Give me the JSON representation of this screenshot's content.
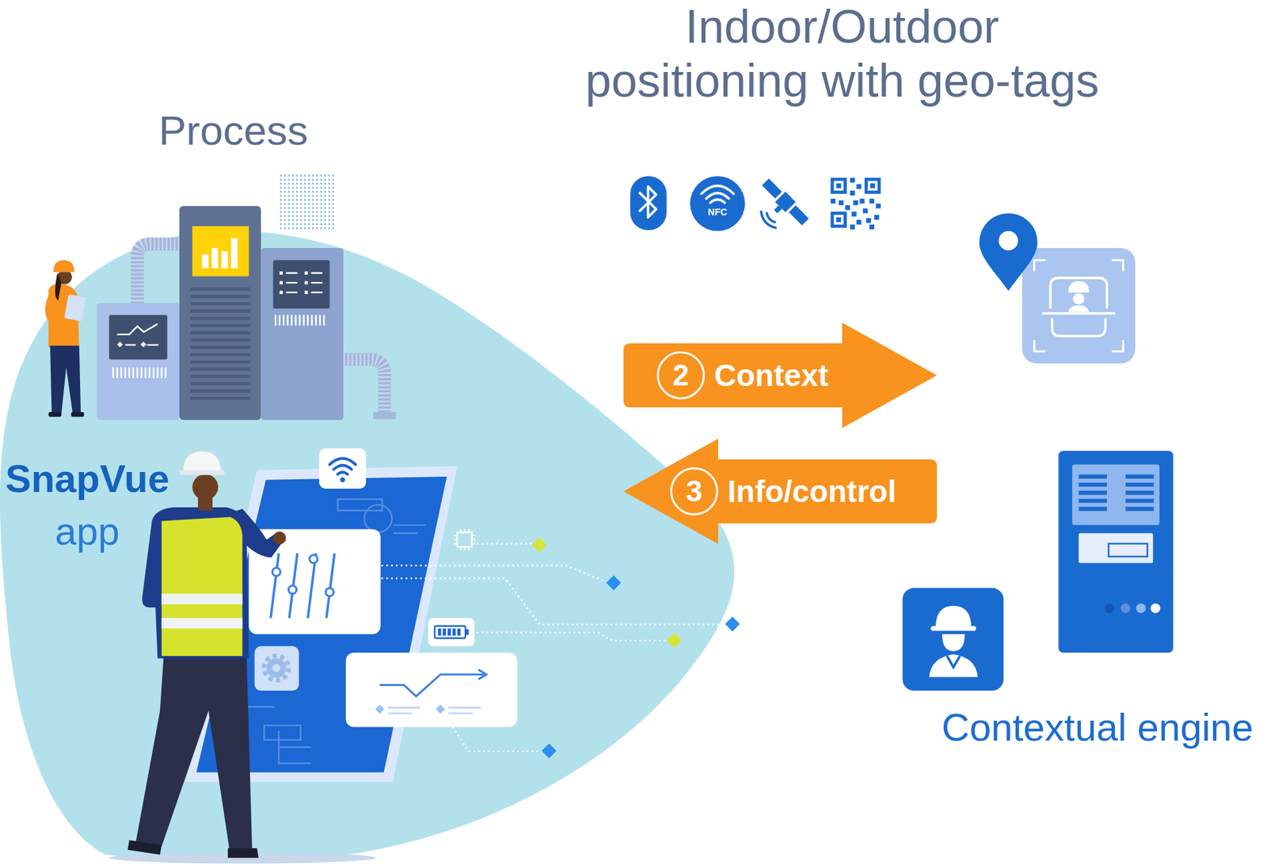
{
  "diagram": {
    "nodes": [
      {
        "text": [
          "Process"
        ]
      },
      {
        "text": [
          "SnapVue",
          "app"
        ]
      },
      {
        "text": [
          "Contextual engine"
        ]
      }
    ],
    "edges": [
      {
        "from": 1,
        "to": 2,
        "label": "Context",
        "arrow": "to"
      },
      {
        "from": 2,
        "to": 1,
        "label": "Info/control",
        "arrow": "to"
      }
    ],
    "labels": [
      "Indoor/Outdoor positioning with geo-tags",
      "NFC",
      "2",
      "3"
    ]
  }
}
